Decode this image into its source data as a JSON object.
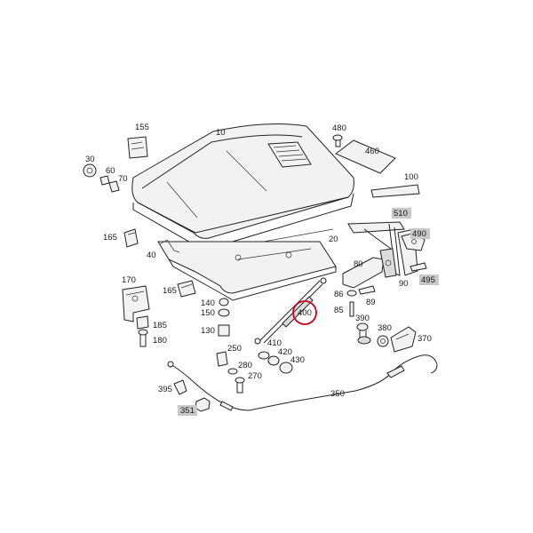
{
  "labels": {
    "p10": "10",
    "p20": "20",
    "p30": "30",
    "p40": "40",
    "p60": "60",
    "p70": "70",
    "p80": "80",
    "p85": "85",
    "p86": "86",
    "p89": "89",
    "p90": "90",
    "p100": "100",
    "p130": "130",
    "p140": "140",
    "p150": "150",
    "p155": "155",
    "p165a": "165",
    "p165b": "165",
    "p170": "170",
    "p180": "180",
    "p185": "185",
    "p250": "250",
    "p270": "270",
    "p280": "280",
    "p350": "350",
    "p351": "351",
    "p370": "370",
    "p380": "380",
    "p390": "390",
    "p395": "395",
    "p400": "400",
    "p410": "410",
    "p420": "420",
    "p430": "430",
    "p460": "460",
    "p480": "480",
    "p490": "490",
    "p495": "495",
    "p510": "510"
  },
  "colors": {
    "highlight_circle": "#d0021b",
    "label_box": "#c8c8c8"
  }
}
